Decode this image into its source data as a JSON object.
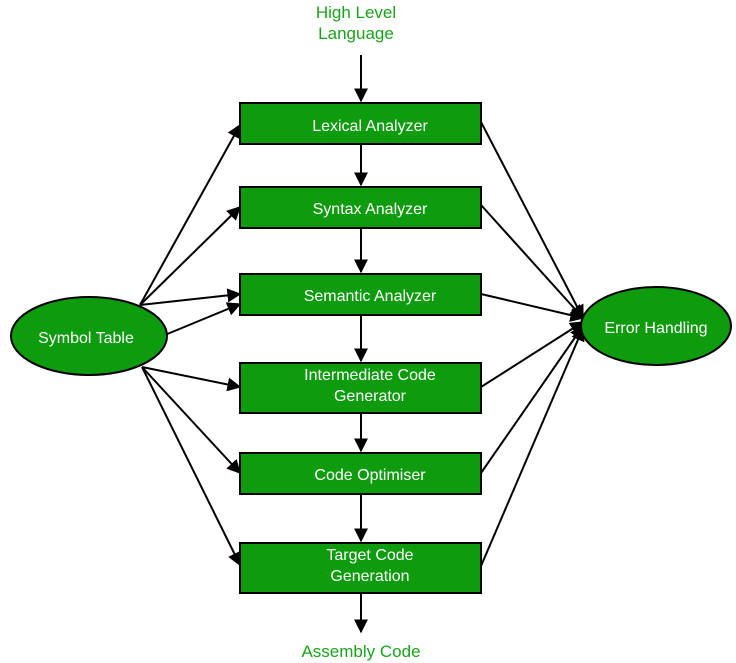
{
  "input_label": {
    "line1": "High Level",
    "line2": "Language"
  },
  "output_label": "Assembly Code",
  "symbol_table": "Symbol Table",
  "error_handling": "Error Handling",
  "phases": {
    "lexical": "Lexical Analyzer",
    "syntax": "Syntax Analyzer",
    "semantic": "Semantic Analyzer",
    "intermediate": {
      "line1": "Intermediate Code",
      "line2": "Generator"
    },
    "optimiser": "Code Optimiser",
    "target": {
      "line1": "Target Code",
      "line2": "Generation"
    }
  },
  "colors": {
    "box_fill": "#0e9b0e",
    "io_text": "#1aa31a",
    "arrow": "#000000"
  }
}
